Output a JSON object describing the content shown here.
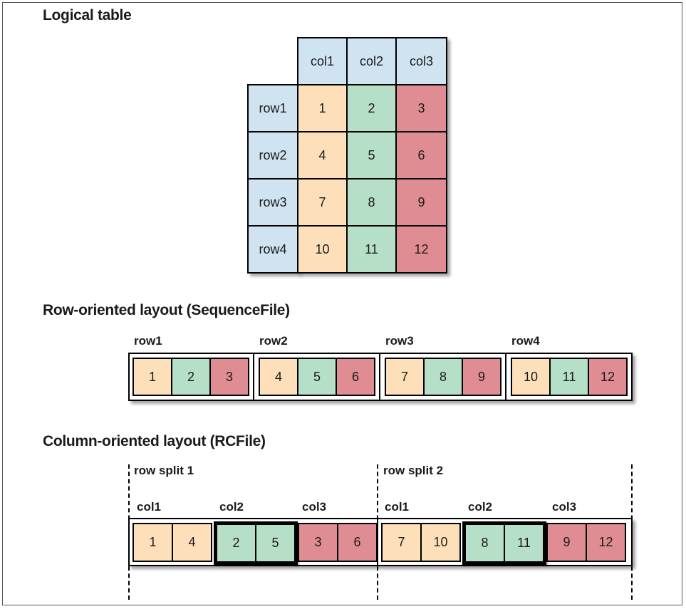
{
  "logical": {
    "title": "Logical table",
    "columns": [
      "col1",
      "col2",
      "col3"
    ],
    "rows": [
      {
        "label": "row1",
        "values": [
          "1",
          "2",
          "3"
        ]
      },
      {
        "label": "row2",
        "values": [
          "4",
          "5",
          "6"
        ]
      },
      {
        "label": "row3",
        "values": [
          "7",
          "8",
          "9"
        ]
      },
      {
        "label": "row4",
        "values": [
          "10",
          "11",
          "12"
        ]
      }
    ]
  },
  "row_layout": {
    "title": "Row-oriented layout (SequenceFile)",
    "groups": [
      {
        "label": "row1",
        "values": [
          "1",
          "2",
          "3"
        ]
      },
      {
        "label": "row2",
        "values": [
          "4",
          "5",
          "6"
        ]
      },
      {
        "label": "row3",
        "values": [
          "7",
          "8",
          "9"
        ]
      },
      {
        "label": "row4",
        "values": [
          "10",
          "11",
          "12"
        ]
      }
    ]
  },
  "column_layout": {
    "title": "Column-oriented layout (RCFile)",
    "splits": [
      {
        "label": "row split 1",
        "columns": [
          {
            "label": "col1",
            "values": [
              "1",
              "4"
            ]
          },
          {
            "label": "col2",
            "values": [
              "2",
              "5"
            ]
          },
          {
            "label": "col3",
            "values": [
              "3",
              "6"
            ]
          }
        ]
      },
      {
        "label": "row split 2",
        "columns": [
          {
            "label": "col1",
            "values": [
              "7",
              "10"
            ]
          },
          {
            "label": "col2",
            "values": [
              "8",
              "11"
            ]
          },
          {
            "label": "col3",
            "values": [
              "9",
              "12"
            ]
          }
        ]
      }
    ]
  },
  "colors": {
    "header": "#cfe3f1",
    "col1": "#fde0b9",
    "col2": "#b5dfc6",
    "col3": "#df8d93"
  }
}
